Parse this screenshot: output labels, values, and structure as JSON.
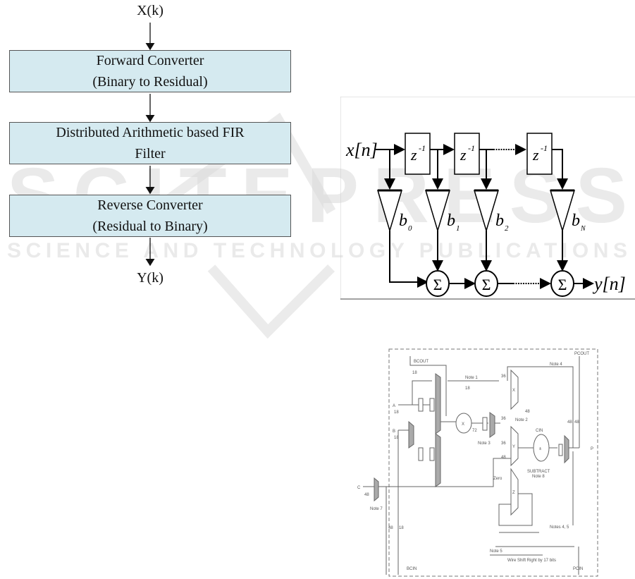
{
  "flowchart": {
    "input_label": "X(k)",
    "output_label": "Y(k)",
    "boxes": [
      {
        "line1": "Forward Converter",
        "line2": "(Binary to Residual)"
      },
      {
        "line1": "Distributed Arithmetic based FIR",
        "line2": "Filter"
      },
      {
        "line1": "Reverse Converter",
        "line2": "(Residual to Binary)"
      }
    ],
    "box_color": "#d5eaf0"
  },
  "fir_diagram": {
    "input": "x[n]",
    "output": "y[n]",
    "delays": [
      "z",
      "z",
      "z"
    ],
    "delay_exponent": "-1",
    "coefficients": [
      {
        "base": "b",
        "sub": "0"
      },
      {
        "base": "b",
        "sub": "1"
      },
      {
        "base": "b",
        "sub": "2"
      },
      {
        "base": "b",
        "sub": "N"
      }
    ],
    "adder_symbol": "Σ"
  },
  "dsp_slice": {
    "labels": {
      "bcout": "BCOUT",
      "pcout": "PCOUT",
      "bcin": "BCIN",
      "pcin": "PCIN",
      "a": "A",
      "b": "B",
      "c": "C",
      "p": "P",
      "cin": "CIN",
      "subtract": "SUBTRACT",
      "zero": "Zero",
      "x_mux": "X",
      "y_mux": "Y",
      "z_mux": "Z",
      "mult": "X",
      "addsub": "±",
      "note1": "Note 1",
      "note2": "Note 2",
      "note3": "Note 3",
      "note4": "Note 4",
      "note45": "Notes 4, 5",
      "note5": "Note 5",
      "note7": "Note 7",
      "note8": "Note 8",
      "shift": "Wire Shift Right by 17 bits"
    },
    "widths": {
      "w18": "18",
      "w36": "36",
      "w48": "48",
      "w72": "72"
    }
  },
  "watermark": {
    "line1": "SCITEPRESS",
    "line2": "SCIENCE AND TECHNOLOGY PUBLICATIONS"
  }
}
